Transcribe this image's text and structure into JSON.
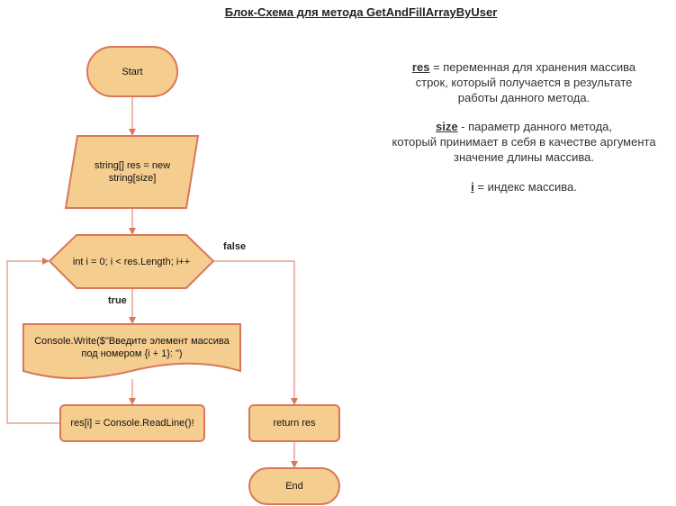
{
  "title": "Блок-Схема для метода GetAndFillArrayByUser",
  "colors": {
    "fill": "#f5cd8f",
    "stroke": "#d9775b",
    "edge": "#d9775b"
  },
  "nodes": {
    "start": "Start",
    "declare_line1": "string[] res = new",
    "declare_line2": "string[size]",
    "loop": "int i = 0; i < res.Length; i++",
    "output_line1": "Console.Write($\"Введите элемент массива",
    "output_line2": "под номером {i + 1}: \")",
    "readline": "res[i] = Console.ReadLine()!",
    "return": "return res",
    "end": "End"
  },
  "edges": {
    "true_label": "true",
    "false_label": "false"
  },
  "legend": {
    "res_term": "res",
    "res_line1": " = переменная для хранения массива",
    "res_line2": "строк, который получается в результате",
    "res_line3": "работы данного метода.",
    "size_term": "size",
    "size_line1": " - параметр данного метода,",
    "size_line2": "который принимает в себя в качестве аргумента",
    "size_line3": "значение длины массива.",
    "i_term": "i",
    "i_line1": " = индекс массива."
  }
}
